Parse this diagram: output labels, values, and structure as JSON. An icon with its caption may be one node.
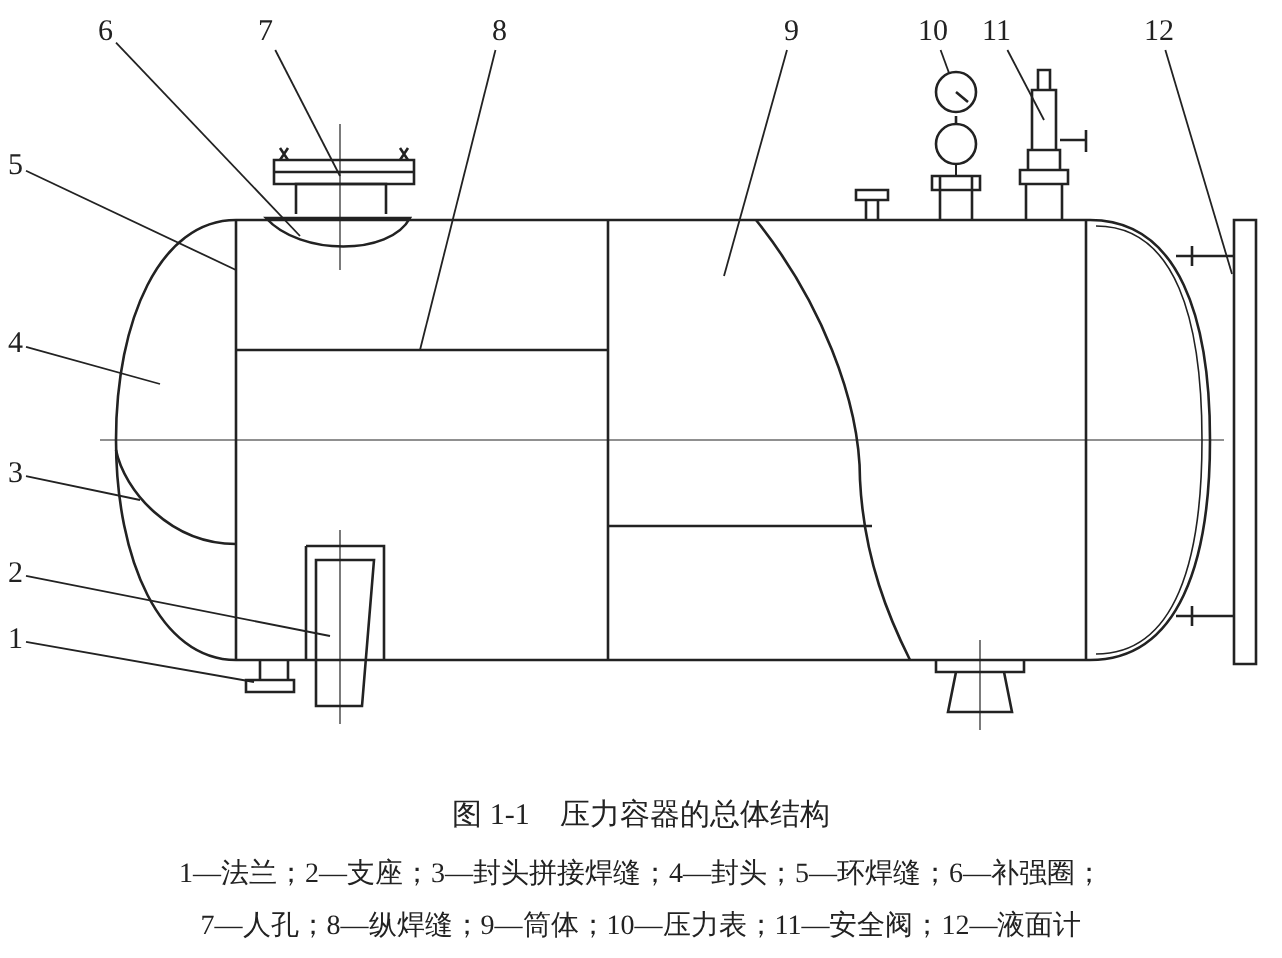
{
  "diagram": {
    "caption": "图 1-1　压力容器的总体结构",
    "nodes": [
      {
        "text": [
          "1"
        ]
      },
      {
        "text": [
          "2"
        ]
      },
      {
        "text": [
          "3"
        ]
      },
      {
        "text": [
          "4"
        ]
      },
      {
        "text": [
          "5"
        ]
      },
      {
        "text": [
          "6"
        ]
      },
      {
        "text": [
          "7"
        ]
      },
      {
        "text": [
          "8"
        ]
      },
      {
        "text": [
          "9"
        ]
      },
      {
        "text": [
          "10"
        ]
      },
      {
        "text": [
          "11"
        ]
      },
      {
        "text": [
          "12"
        ]
      },
      {
        "text": [],
        "shape": "circle"
      }
    ],
    "edges": [
      {
        "from": 0,
        "to": null,
        "arrow": "none"
      },
      {
        "from": 1,
        "to": null,
        "arrow": "none"
      },
      {
        "from": 2,
        "to": null,
        "arrow": "none"
      },
      {
        "from": 3,
        "to": null,
        "arrow": "none"
      },
      {
        "from": 4,
        "to": null,
        "arrow": "none"
      },
      {
        "from": 5,
        "to": null,
        "arrow": "none"
      },
      {
        "from": 6,
        "to": null,
        "arrow": "none"
      },
      {
        "from": 7,
        "to": null,
        "arrow": "none"
      },
      {
        "from": 8,
        "to": null,
        "arrow": "none"
      },
      {
        "from": 9,
        "to": 12,
        "arrow": "none"
      },
      {
        "from": 10,
        "to": null,
        "arrow": "none"
      },
      {
        "from": 11,
        "to": null,
        "arrow": "none"
      }
    ],
    "labels": [
      "1—法兰；2—支座；3—封头拼接焊缝；4—封头；5—环焊缝；6—补强圈；",
      "7—人孔；8—纵焊缝；9—筒体；10—压力表；11—安全阀；12—液面计"
    ]
  }
}
